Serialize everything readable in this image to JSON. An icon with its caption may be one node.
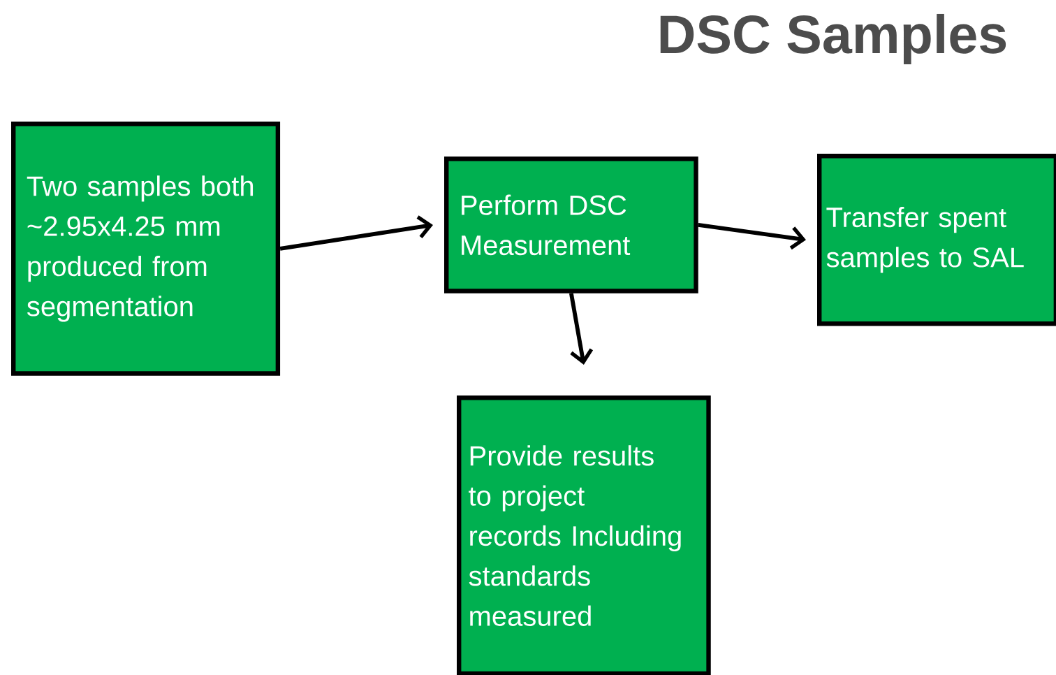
{
  "diagram": {
    "title": "DSC Samples",
    "nodes": [
      {
        "text": [
          "Two samples both ~2.95x4.25 mm produced from segmentation"
        ]
      },
      {
        "text": [
          "Perform DSC Measurement"
        ]
      },
      {
        "text": [
          "Transfer spent samples to SAL"
        ]
      },
      {
        "text": [
          "Provide results to project records Including standards measured"
        ]
      }
    ],
    "edges": [
      {
        "from": 0,
        "to": 1,
        "arrow": "to"
      },
      {
        "from": 1,
        "to": 2,
        "arrow": "to"
      },
      {
        "from": 1,
        "to": 3,
        "arrow": "to"
      }
    ]
  }
}
